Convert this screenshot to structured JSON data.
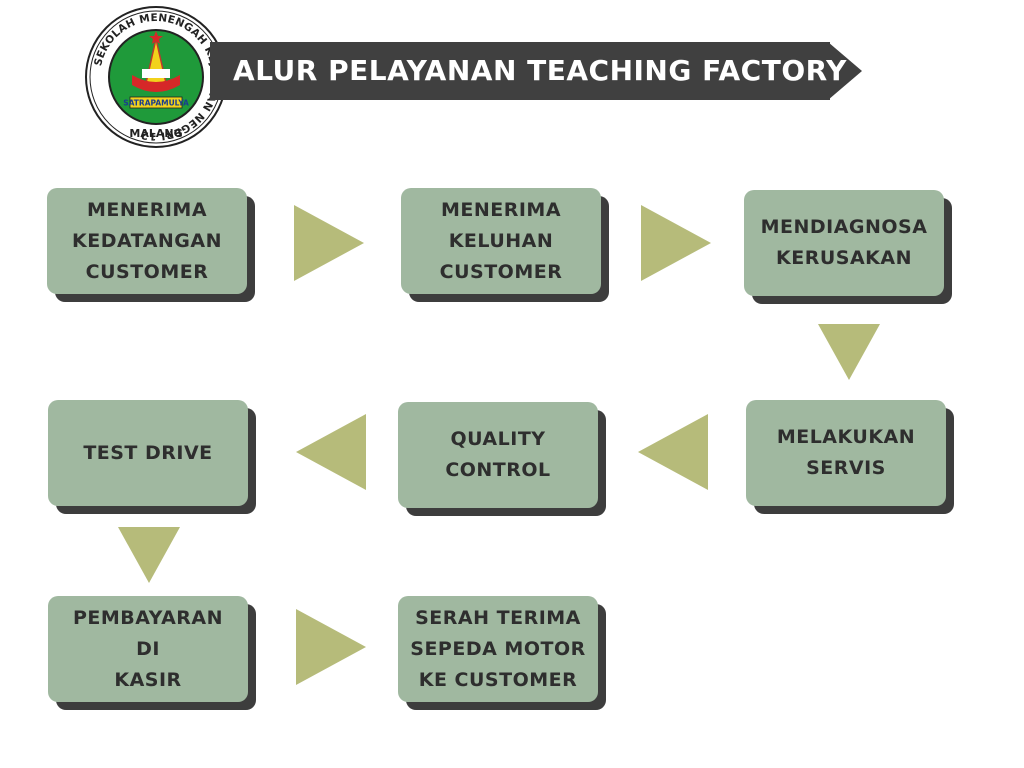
{
  "title": "ALUR PELAYANAN TEACHING FACTORY",
  "logo": {
    "ring_text": "SEKOLAH MENENGAH KEJURUAN NEGERI 12",
    "bottom_text": "MALANG",
    "banner_text": "SATRAPAMULYA",
    "ring_color": "#ffffff",
    "fill_color": "#1f9a3a",
    "accent_color": "#f2d21b"
  },
  "steps": [
    {
      "label": "MENERIMA\nKEDATANGAN\nCUSTOMER"
    },
    {
      "label": "MENERIMA\nKELUHAN\nCUSTOMER"
    },
    {
      "label": "MENDIAGNOSA\nKERUSAKAN"
    },
    {
      "label": "MELAKUKAN\nSERVIS"
    },
    {
      "label": "QUALITY\nCONTROL"
    },
    {
      "label": "TEST DRIVE"
    },
    {
      "label": "PEMBAYARAN DI\nKASIR"
    },
    {
      "label": "SERAH TERIMA\nSEPEDA MOTOR\nKE CUSTOMER"
    }
  ],
  "colors": {
    "box_fill": "#a0b8a0",
    "box_shadow": "#3d3d3d",
    "arrow": "#b6bb7a",
    "banner": "#404040"
  }
}
